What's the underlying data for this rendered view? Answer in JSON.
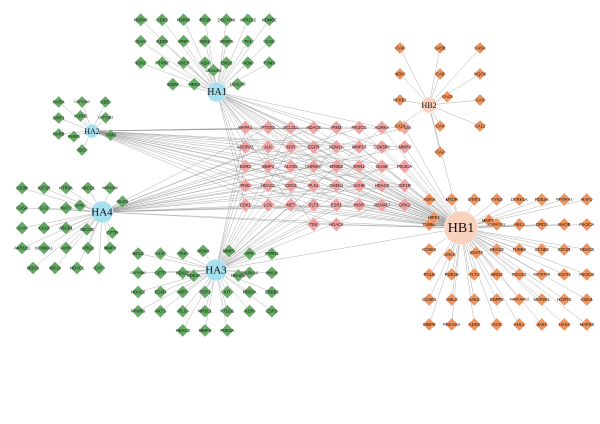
{
  "colors": {
    "herb_a_hub": "#a6dfee",
    "herb_b_hub": "#f9d2bd",
    "herb_a_target": "#66aa66",
    "herb_b_target": "#ee9460",
    "shared_target": "#f0a3a3",
    "edge": "#8c8c8c"
  },
  "hubs": [
    {
      "id": "HA1",
      "label": "HA1",
      "color": "herb_a_hub"
    },
    {
      "id": "HA2",
      "label": "HA2",
      "color": "herb_a_hub"
    },
    {
      "id": "HA3",
      "label": "HA3",
      "color": "herb_a_hub"
    },
    {
      "id": "HA4",
      "label": "HA4",
      "color": "herb_a_hub"
    },
    {
      "id": "HB1",
      "label": "HB1",
      "color": "herb_b_hub"
    },
    {
      "id": "HB2",
      "label": "HB2",
      "color": "herb_b_hub"
    }
  ],
  "clusters": {
    "HA1": [
      "HSPA8",
      "CDK1",
      "HSP90",
      "RFS8",
      "DECYMK",
      "AKR1C2",
      "KDM6C",
      "GAA",
      "CDK5",
      "PNP",
      "IDH1",
      "VEGFA",
      "TK1",
      "CA2",
      "IGF2",
      "PTPN2",
      "AHCY",
      "ADA",
      "ENO2",
      "ADK",
      "TYMS",
      "ESR3",
      "HRK3",
      "LGALS4",
      "LGALS8"
    ],
    "HA2": [
      "RARA",
      "CYP11B2",
      "CBS",
      "SIRT1",
      "ALDH2",
      "CYP11B1",
      "RARB",
      "RARG",
      "TYMS",
      "IDO"
    ],
    "HA3": [
      "BCL2",
      "LCK",
      "TEK",
      "NOX4",
      "MMP1",
      "APP",
      "PTPN1",
      "CYP19A1",
      "CETP",
      "HDAC5",
      "PDE4A",
      "HDAC6",
      "MAPK14",
      "MYLK",
      "HDAC2",
      "EGFR",
      "MET",
      "TOP1",
      "KIT",
      "PDE5A",
      "ERBB2",
      "PPARG",
      "AKT1",
      "PLG",
      "NR3C1",
      "PTGS1",
      "KDR",
      "ESR1",
      "HDAC3",
      "MMP3",
      "PDE3A"
    ],
    "HA4": [
      "CD38",
      "IGF1R",
      "HTR3A",
      "ABCC1",
      "AKR1B10",
      "CA5A",
      "CA1",
      "NAT1",
      "SYK",
      "GLO1",
      "CA4",
      "CA12",
      "ABCB1",
      "ABCG2",
      "CFTR",
      "AKR1B1",
      "KCNMA1",
      "AHR",
      "ARG1",
      "MMP2",
      "NQO1",
      "KIF11",
      "HDAC1",
      "CA7"
    ],
    "SHARED": [
      "MAPK1",
      "PTGS2",
      "BCL2L1",
      "HDAC6",
      "PIM3",
      "PIK3CG",
      "AURKA",
      "MAOA",
      "ADORA1",
      "ALK",
      "KDR",
      "EGFR",
      "KDM1A",
      "MMP13",
      "CDK5R1",
      "MMP9",
      "ESR2",
      "MMP1",
      "ALOX5",
      "CHRNA7",
      "ERBB2",
      "ERN1",
      "GUSB",
      "PIK3CA",
      "PIM1",
      "HDAC1",
      "CDK2",
      "PLK1",
      "CHEK1",
      "ACHE",
      "HDAC8",
      "IGF1R",
      "CDK1",
      "LCK",
      "MET",
      "FLT3",
      "ESR1",
      "INSR",
      "ADAM17",
      "GRK2",
      "TEK",
      "HDAC4"
    ],
    "HB1": [
      "ASFIA",
      "MTOR",
      "STAT3",
      "TYK2",
      "DYRK1A",
      "PDE4A",
      "RPS6KA1",
      "RAF1",
      "TUBB1",
      "HIPK1",
      "MMP14",
      "CSNK1G1",
      "ABL1",
      "DRD1",
      "MAOB",
      "PIK3CA",
      "KCNK2",
      "JAK3",
      "SOAT2",
      "HDAC2",
      "TUBB4",
      "CCNE2",
      "IGF1R",
      "HDAC3",
      "POLB",
      "PDE4D",
      "FLT4",
      "BRD4",
      "ROCK1",
      "ADORA2B",
      "SOAT1",
      "PIK3CB",
      "CCNE1",
      "ABL2",
      "JAK2",
      "ENPP2",
      "MAPKAPK2",
      "MAP2K1",
      "HCRT2",
      "CDK4",
      "MMP8",
      "PRKACA",
      "CDK6",
      "GCK",
      "AHL1",
      "JAK1",
      "HAS2",
      "MAPK8"
    ],
    "HB2": [
      "CA6",
      "CA5B",
      "CA5A",
      "KDH",
      "CA9",
      "NQO9",
      "NFKB1",
      "CA13",
      "CA3",
      "CA14",
      "CA4",
      "CA12",
      "CA2"
    ]
  }
}
